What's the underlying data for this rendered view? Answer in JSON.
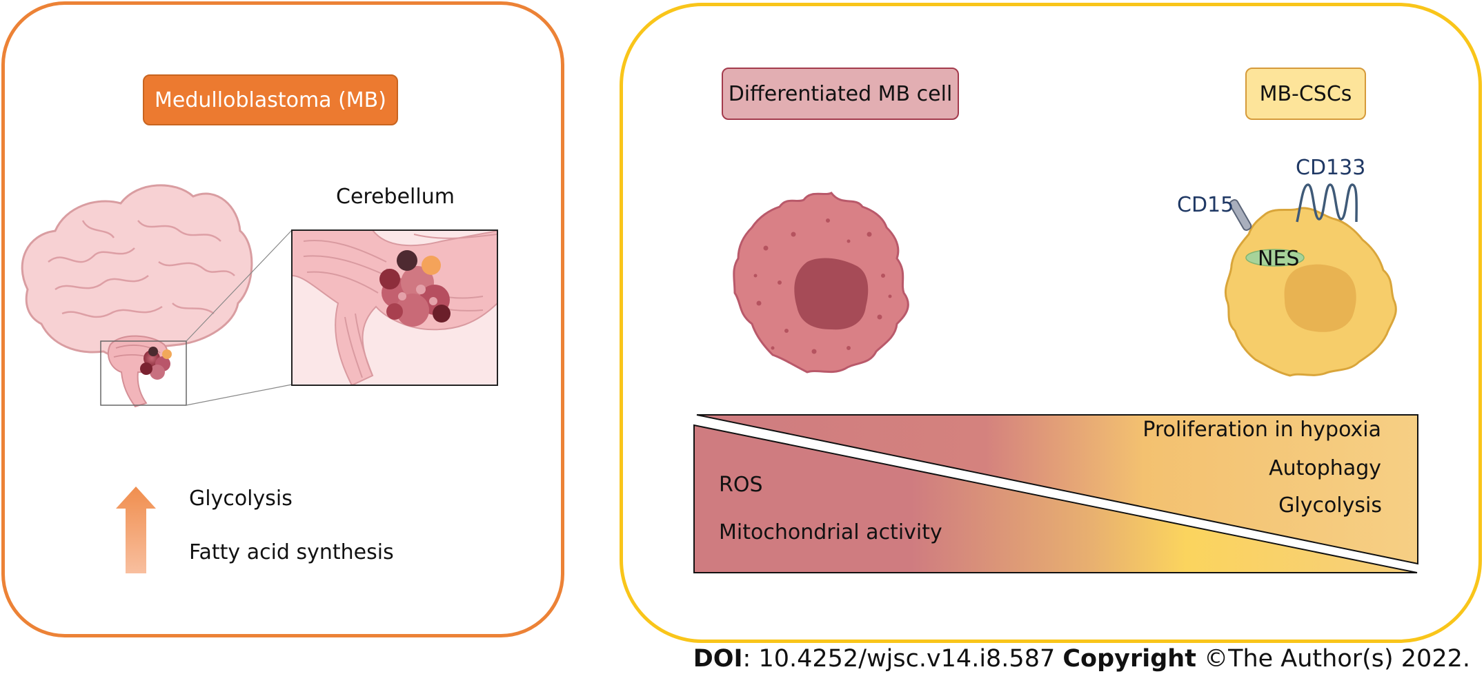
{
  "left_panel": {
    "title": "Medulloblastoma (MB)",
    "zoom_label": "Cerebellum",
    "arrow_direction": "up",
    "upregulated": [
      "Glycolysis",
      "Fatty acid synthesis"
    ]
  },
  "right_panel": {
    "differentiated_title": "Differentiated MB cell",
    "csc_title": "MB-CSCs",
    "markers": {
      "cd15": "CD15",
      "cd133": "CD133",
      "nes": "NES"
    },
    "gradient_left": [
      "ROS",
      "Mitochondrial activity"
    ],
    "gradient_right": [
      "Proliferation in hypoxia",
      "Autophagy",
      "Glycolysis"
    ]
  },
  "footer": {
    "doi_label": "DOI",
    "doi_value": ": 10.4252/wjsc.v14.i8.587 ",
    "copyright_label": "Copyright",
    "copyright_value": " ©The Author(s) 2022."
  },
  "colors": {
    "left_border": "#ec8236",
    "right_border": "#f9c51a",
    "mb_title_bg": "#ec7a30",
    "diff_cell": "#d98086",
    "csc_cell": "#f6cd6a",
    "gradient_pink": "#cf7c80",
    "gradient_yellow": "#fbd45e"
  }
}
